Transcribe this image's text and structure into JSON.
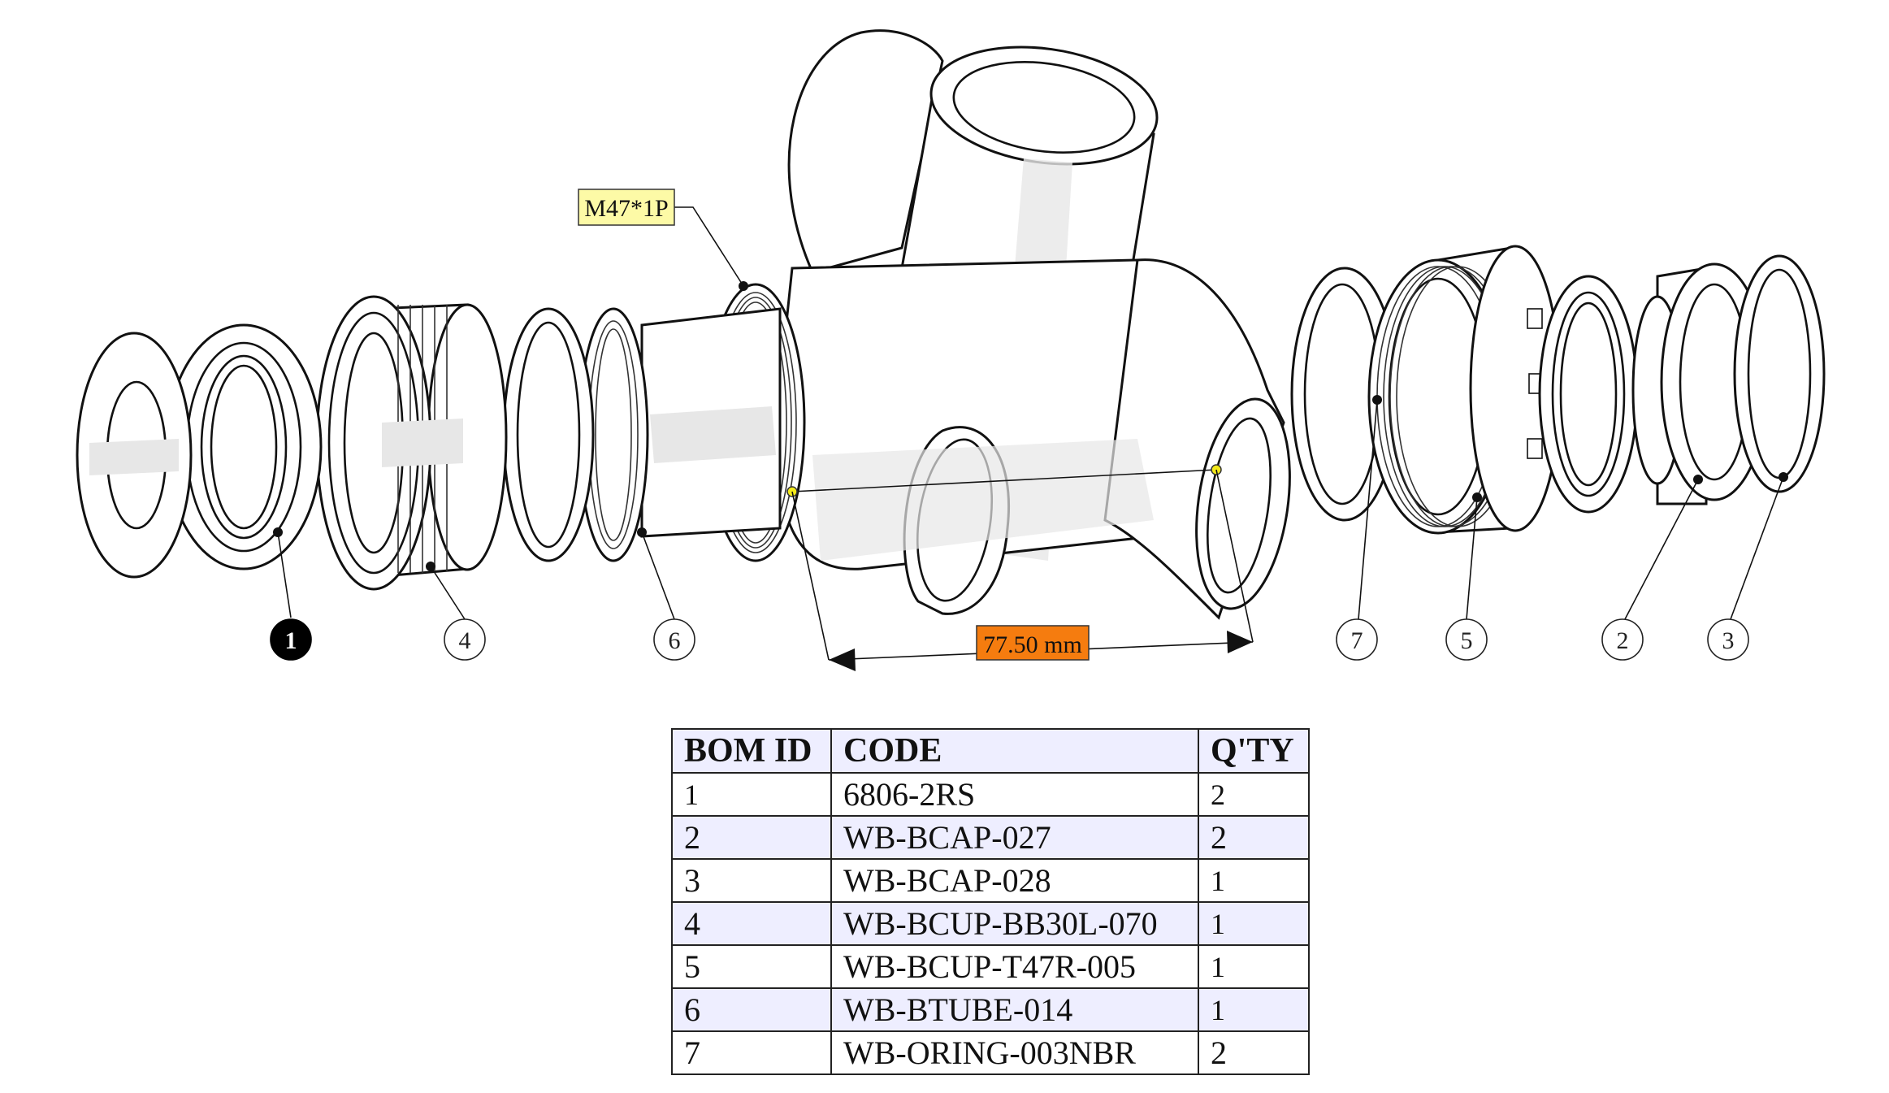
{
  "callouts": {
    "thread_spec": "M47*1P",
    "dimension": "77.50 mm"
  },
  "balloons": [
    "1",
    "4",
    "6",
    "7",
    "5",
    "2",
    "3"
  ],
  "bom": {
    "headers": [
      "BOM ID",
      "CODE",
      "Q'TY"
    ],
    "rows": [
      [
        "1",
        "6806-2RS",
        "2"
      ],
      [
        "2",
        "WB-BCAP-027",
        "2"
      ],
      [
        "3",
        "WB-BCAP-028",
        "1"
      ],
      [
        "4",
        "WB-BCUP-BB30L-070",
        "1"
      ],
      [
        "5",
        "WB-BCUP-T47R-005",
        "1"
      ],
      [
        "6",
        "WB-BTUBE-014",
        "1"
      ],
      [
        "7",
        "WB-ORING-003NBR",
        "2"
      ]
    ]
  },
  "colors": {
    "thread_label_bg": "#fdfaa6",
    "dimension_label_bg": "#f57c0f",
    "table_header_bg": "#eeeeff",
    "highlight_balloon": "#000000"
  },
  "icons": [
    "bike-frame-drawing",
    "bearing-drawing",
    "cup-drawing",
    "cap-drawing",
    "o-ring-drawing",
    "tube-drawing"
  ]
}
